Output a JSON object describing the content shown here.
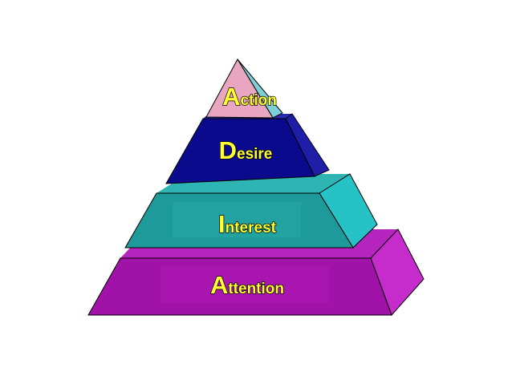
{
  "diagram": {
    "tiers": [
      {
        "id": "action",
        "initial": "A",
        "rest": "ction",
        "colors": {
          "front": "#e8a6c0",
          "side": "#7ed0d8",
          "edge": "#000000"
        }
      },
      {
        "id": "desire",
        "initial": "D",
        "rest": "esire",
        "colors": {
          "front": "#0a0a8c",
          "top": "#2a2ab0",
          "side": "#1e1ea8",
          "edge": "#000000"
        }
      },
      {
        "id": "interest",
        "initial": "I",
        "rest": "nterest",
        "colors": {
          "front": "#1f9a9a",
          "top": "#2fb4b4",
          "side": "#26c2c6",
          "edge": "#000000"
        }
      },
      {
        "id": "attention",
        "initial": "A",
        "rest": "ttention",
        "colors": {
          "front": "#a012a8",
          "top": "#b624be",
          "side": "#c62ccc",
          "edge": "#000000"
        }
      }
    ]
  }
}
